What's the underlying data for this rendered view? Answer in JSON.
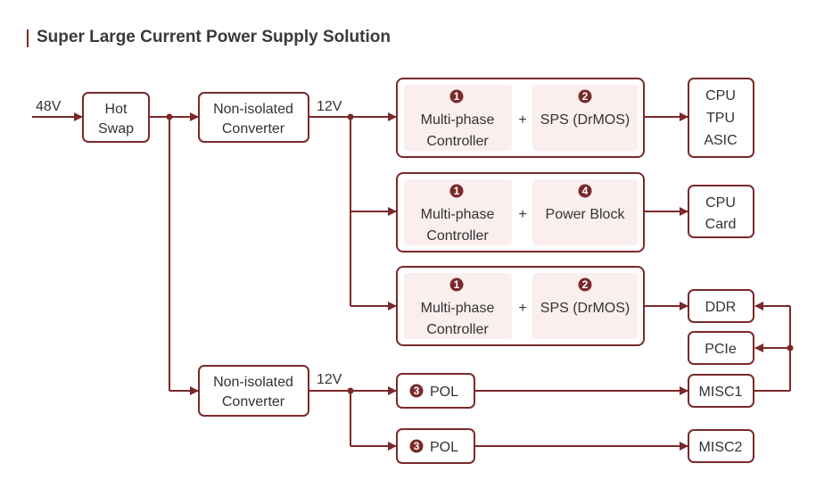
{
  "title": "Super Large Current Power Supply Solution",
  "inputs": {
    "v48": "48V"
  },
  "hot_swap": {
    "line1": "Hot",
    "line2": "Swap"
  },
  "converters": [
    {
      "line1": "Non-isolated",
      "line2": "Converter",
      "out": "12V"
    },
    {
      "line1": "Non-isolated",
      "line2": "Converter",
      "out": "12V"
    }
  ],
  "modules": [
    {
      "left_badge": "1",
      "left_line1": "Multi-phase",
      "left_line2": "Controller",
      "plus": "+",
      "right_badge": "2",
      "right_label": "SPS (DrMOS)"
    },
    {
      "left_badge": "1",
      "left_line1": "Multi-phase",
      "left_line2": "Controller",
      "plus": "+",
      "right_badge": "4",
      "right_label": "Power Block"
    },
    {
      "left_badge": "1",
      "left_line1": "Multi-phase",
      "left_line2": "Controller",
      "plus": "+",
      "right_badge": "2",
      "right_label": "SPS (DrMOS)"
    }
  ],
  "pols": [
    {
      "badge": "3",
      "label": "POL"
    },
    {
      "badge": "3",
      "label": "POL"
    }
  ],
  "loads": {
    "cpu_group": [
      "CPU",
      "TPU",
      "ASIC"
    ],
    "cpu_card": [
      "CPU",
      "Card"
    ],
    "ddr": "DDR",
    "pcie": "PCIe",
    "misc1": "MISC1",
    "misc2": "MISC2"
  },
  "colors": {
    "accent": "#7a2a2a",
    "inner_fill": "#fbeeee"
  }
}
